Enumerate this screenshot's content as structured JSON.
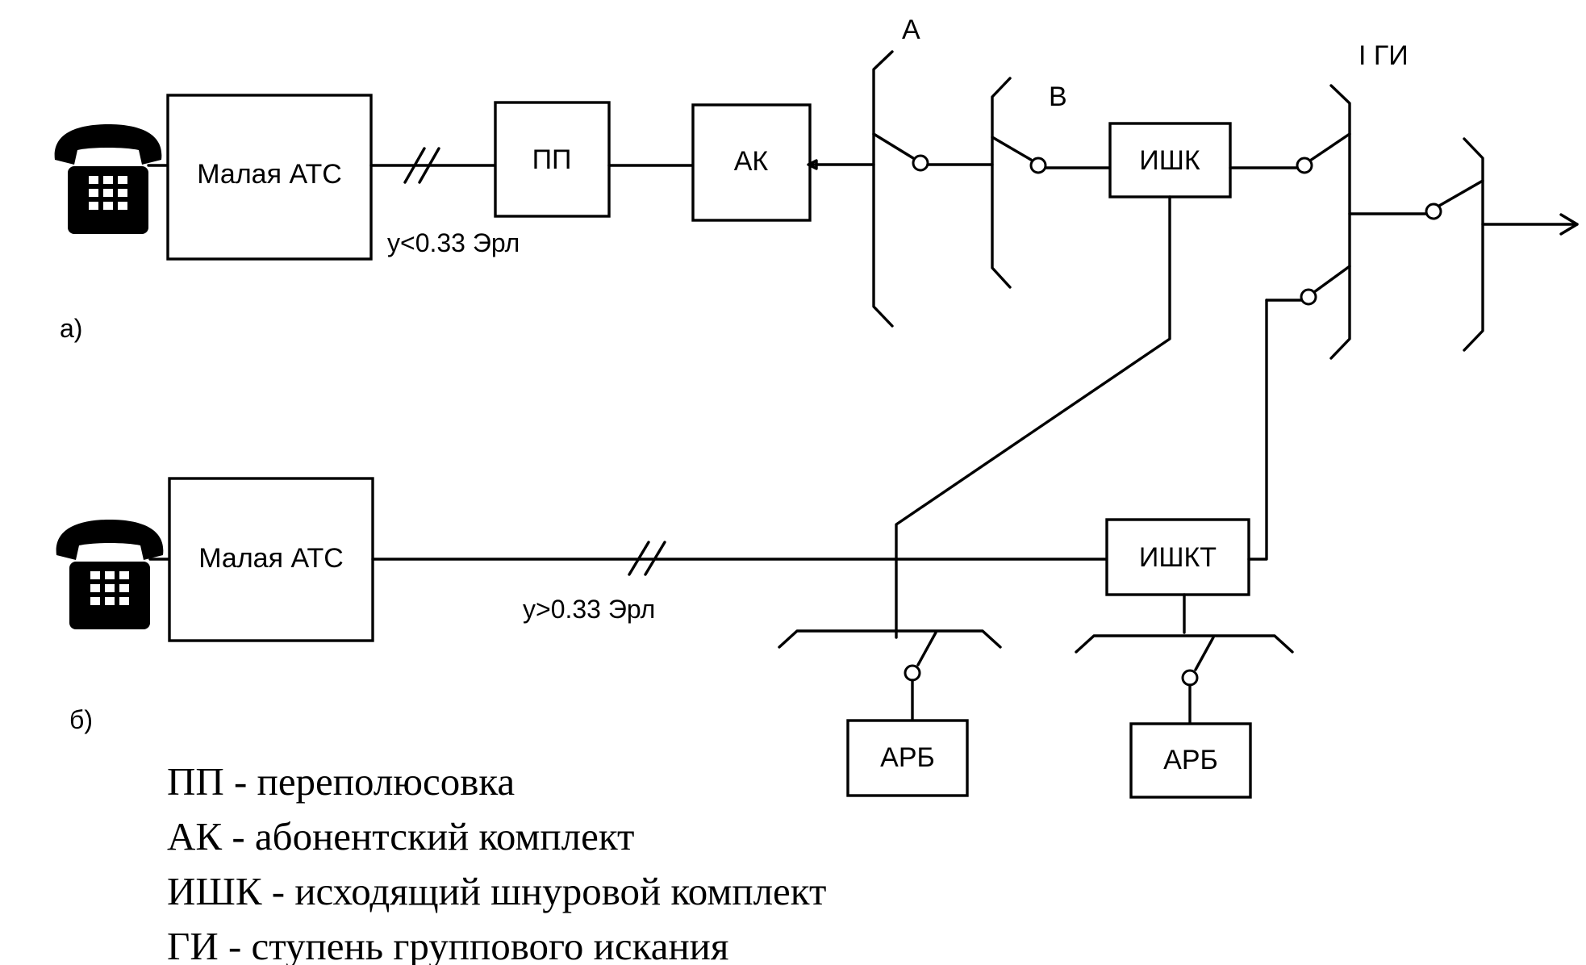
{
  "blocks": {
    "small_ats_a": "Малая АТС",
    "pp": "ПП",
    "ak": "АК",
    "ishk": "ИШК",
    "small_ats_b": "Малая АТС",
    "ishkt": "ИШКТ",
    "arb_left": "АРБ",
    "arb_right": "АРБ"
  },
  "labels": {
    "field_a": "А",
    "field_b": "В",
    "stage_1gi": "I ГИ",
    "load_a": "y<0.33 Эрл",
    "load_b": "y>0.33 Эрл",
    "variant_a": "а)",
    "variant_b": "б)"
  },
  "legend": [
    "ПП - переполюсовка",
    "АК - абонентский комплект",
    "ИШК - исходящий шнуровой комплект",
    "ГИ - ступень группового искания"
  ],
  "icons": {
    "telephone_a": "telephone-icon",
    "telephone_b": "telephone-icon",
    "output_arrow": "arrow-right-icon"
  }
}
